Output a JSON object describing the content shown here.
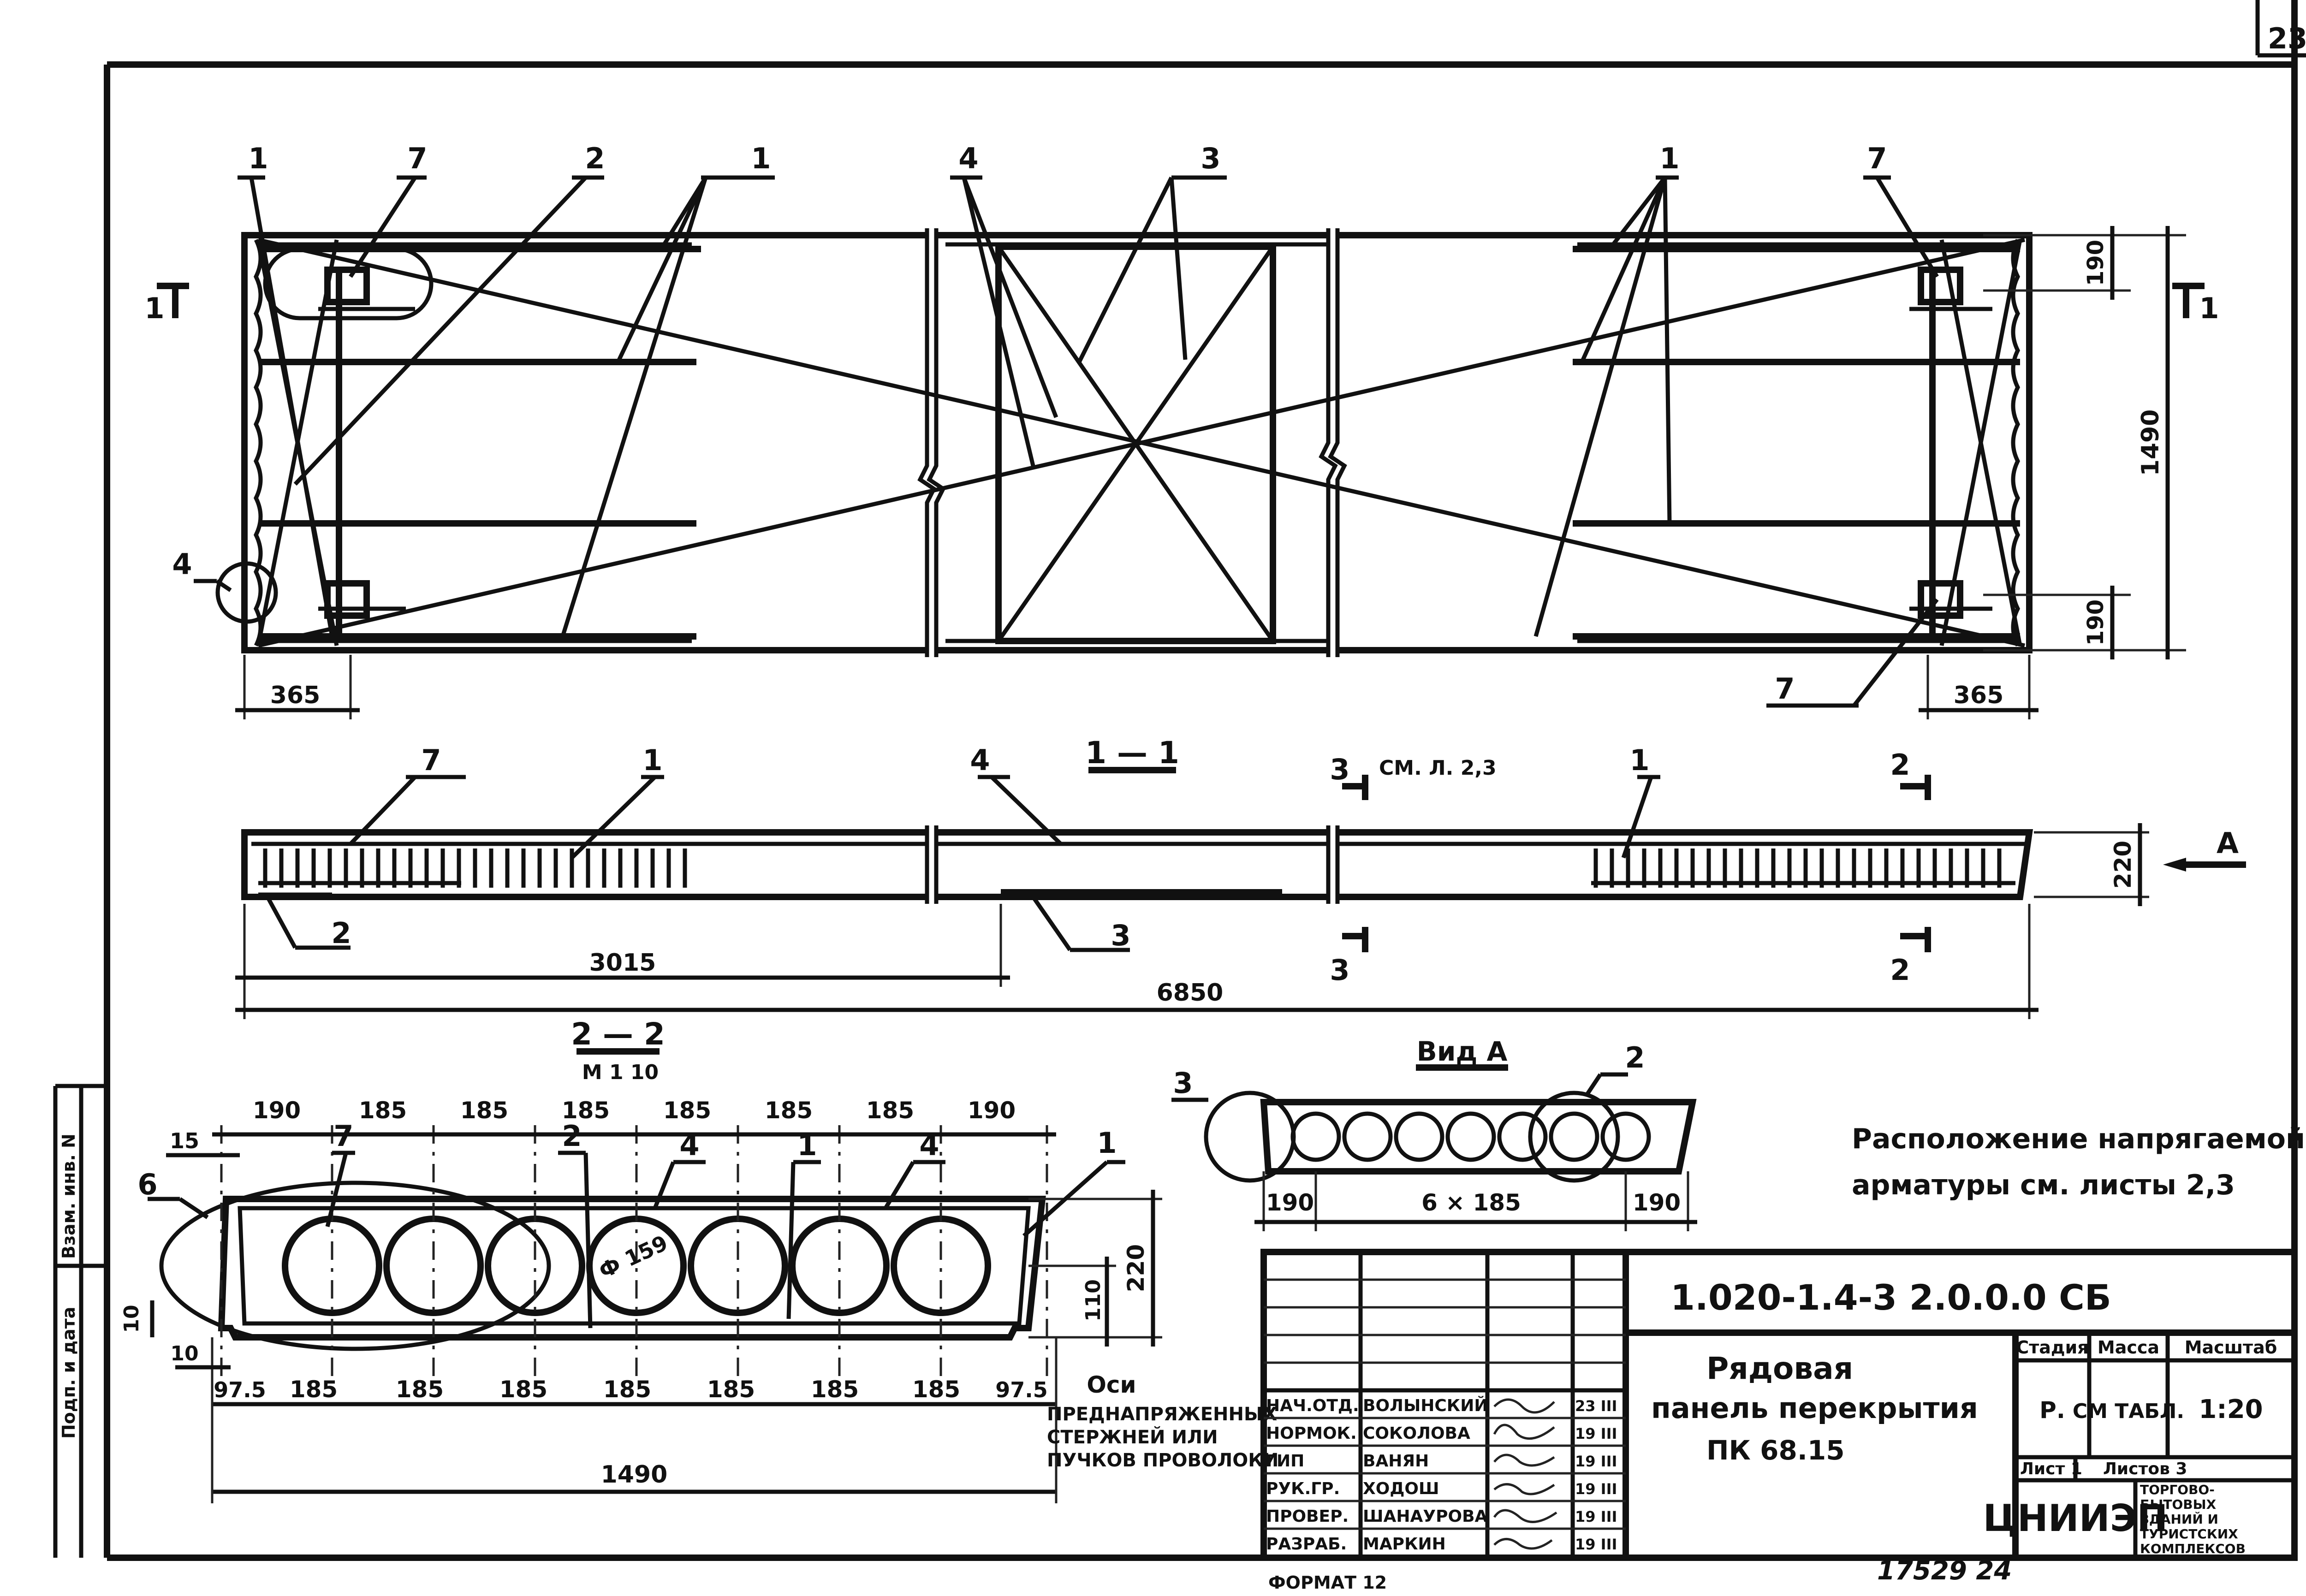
{
  "sheet_number": "23",
  "plan": {
    "labels_top": [
      "1",
      "7",
      "2",
      "1",
      "4",
      "3",
      "1",
      "7"
    ],
    "section_marker_left": "1",
    "section_marker_right": "1",
    "label_4_left": "4",
    "dim_365_left": "365",
    "dim_365_right": "365",
    "label_7_bottom": "7",
    "dim_190_top": "190",
    "dim_1490": "1490",
    "dim_190_bottom": "190"
  },
  "section_1_1": {
    "title": "1 — 1",
    "label_7": "7",
    "label_1_left": "1",
    "label_4": "4",
    "section_3_top": "3",
    "section_3_ref": "СМ. Л. 2,3",
    "label_1_right": "1",
    "section_2_top": "2",
    "dim_220": "220",
    "view_A": "А",
    "label_2": "2",
    "label_3": "3",
    "dim_3015": "3015",
    "section_3_bottom": "3",
    "section_2_bottom": "2",
    "dim_6850": "6850"
  },
  "section_2_2": {
    "title": "2 — 2",
    "scale": "М 1 10",
    "top_dims": [
      "190",
      "185",
      "185",
      "185",
      "185",
      "185",
      "185",
      "190"
    ],
    "dim_15": "15",
    "label_6": "6",
    "label_7": "7",
    "label_2": "2",
    "label_4a": "4",
    "label_1": "1",
    "label_4b": "4",
    "label_1b": "1",
    "diameter": "Ф 159",
    "dim_10a": "10",
    "dim_10b": "10",
    "dim_110": "110",
    "dim_220": "220",
    "bottom_dims": [
      "97.5",
      "185",
      "185",
      "185",
      "185",
      "185",
      "185",
      "185",
      "97.5"
    ],
    "dim_1490": "1490",
    "legend_title": "Оси",
    "legend_text": [
      "ПРЕДНАПРЯЖЕННЫХ",
      "СТЕРЖНЕЙ ИЛИ",
      "ПУЧКОВ ПРОВОЛОКИ"
    ]
  },
  "view_A": {
    "title": "Вид А",
    "label_3": "3",
    "label_2": "2",
    "dim_left": "190",
    "dim_mid": "6 × 185",
    "dim_right": "190"
  },
  "note": {
    "line1": "Расположение напрягаемой",
    "line2": "арматуры см. листы 2,3"
  },
  "side_stamp": {
    "col1": "Взам. инв. N",
    "col2": "Подп. и дата"
  },
  "title_block": {
    "code": "1.020-1.4-3  2.0.0.0 СБ",
    "name_lines": [
      "Рядовая",
      "панель перекрытия",
      "ПК 68.15"
    ],
    "stage_header": "Стадия",
    "mass_header": "Масса",
    "scale_header": "Масштаб",
    "stage": "Р.",
    "mass": "СМ ТАБЛ.",
    "scale": "1:20",
    "sheet": "Лист 1",
    "sheets": "Листов 3",
    "org": "ЦНИИЭП",
    "org_desc": [
      "ТОРГОВО-",
      "БЫТОВЫХ",
      "ЗДАНИЙ И",
      "ТУРИСТСКИХ",
      "КОМПЛЕКСОВ"
    ],
    "signatures": [
      {
        "role": "НАЧ.ОТД.",
        "name": "ВОЛЫНСКИЙ",
        "date": "23 III"
      },
      {
        "role": "НОРМОК.",
        "name": "СОКОЛОВА",
        "date": "19 III"
      },
      {
        "role": "ГИП",
        "name": "ВАНЯН",
        "date": "19 III"
      },
      {
        "role": "РУК.ГР.",
        "name": "ХОДОШ",
        "date": "19 III"
      },
      {
        "role": "ПРОВЕР.",
        "name": "ШАНАУРОВА",
        "date": "19 III"
      },
      {
        "role": "РАЗРАБ.",
        "name": "МАРКИН",
        "date": "19 III"
      }
    ]
  },
  "footer": {
    "format": "ФОРМАТ 12",
    "inventory": "17529   24"
  }
}
